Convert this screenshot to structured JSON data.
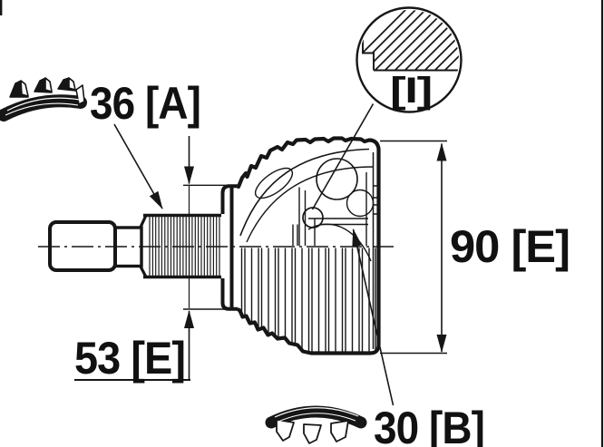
{
  "document": {
    "type": "technical line drawing",
    "subject": "outer CV joint with splined shaft, section and detail view"
  },
  "labels": {
    "outer_spline": {
      "text": "36 [A]",
      "value": "36",
      "code": "A"
    },
    "shaft_seat": {
      "text": "53 [E]",
      "value": "53",
      "code": "E"
    },
    "outer_diameter": {
      "text": "90 [E]",
      "value": "90",
      "code": "E"
    },
    "inner_spline": {
      "text": "30 [B]",
      "value": "30",
      "code": "B"
    },
    "detail_marker": {
      "text": "[I]"
    }
  },
  "icons": {
    "external_spline_icon": "spline-teeth-up",
    "internal_spline_icon": "spline-teeth-down"
  },
  "colors": {
    "ink": "#161616",
    "background": "#ffffff"
  }
}
